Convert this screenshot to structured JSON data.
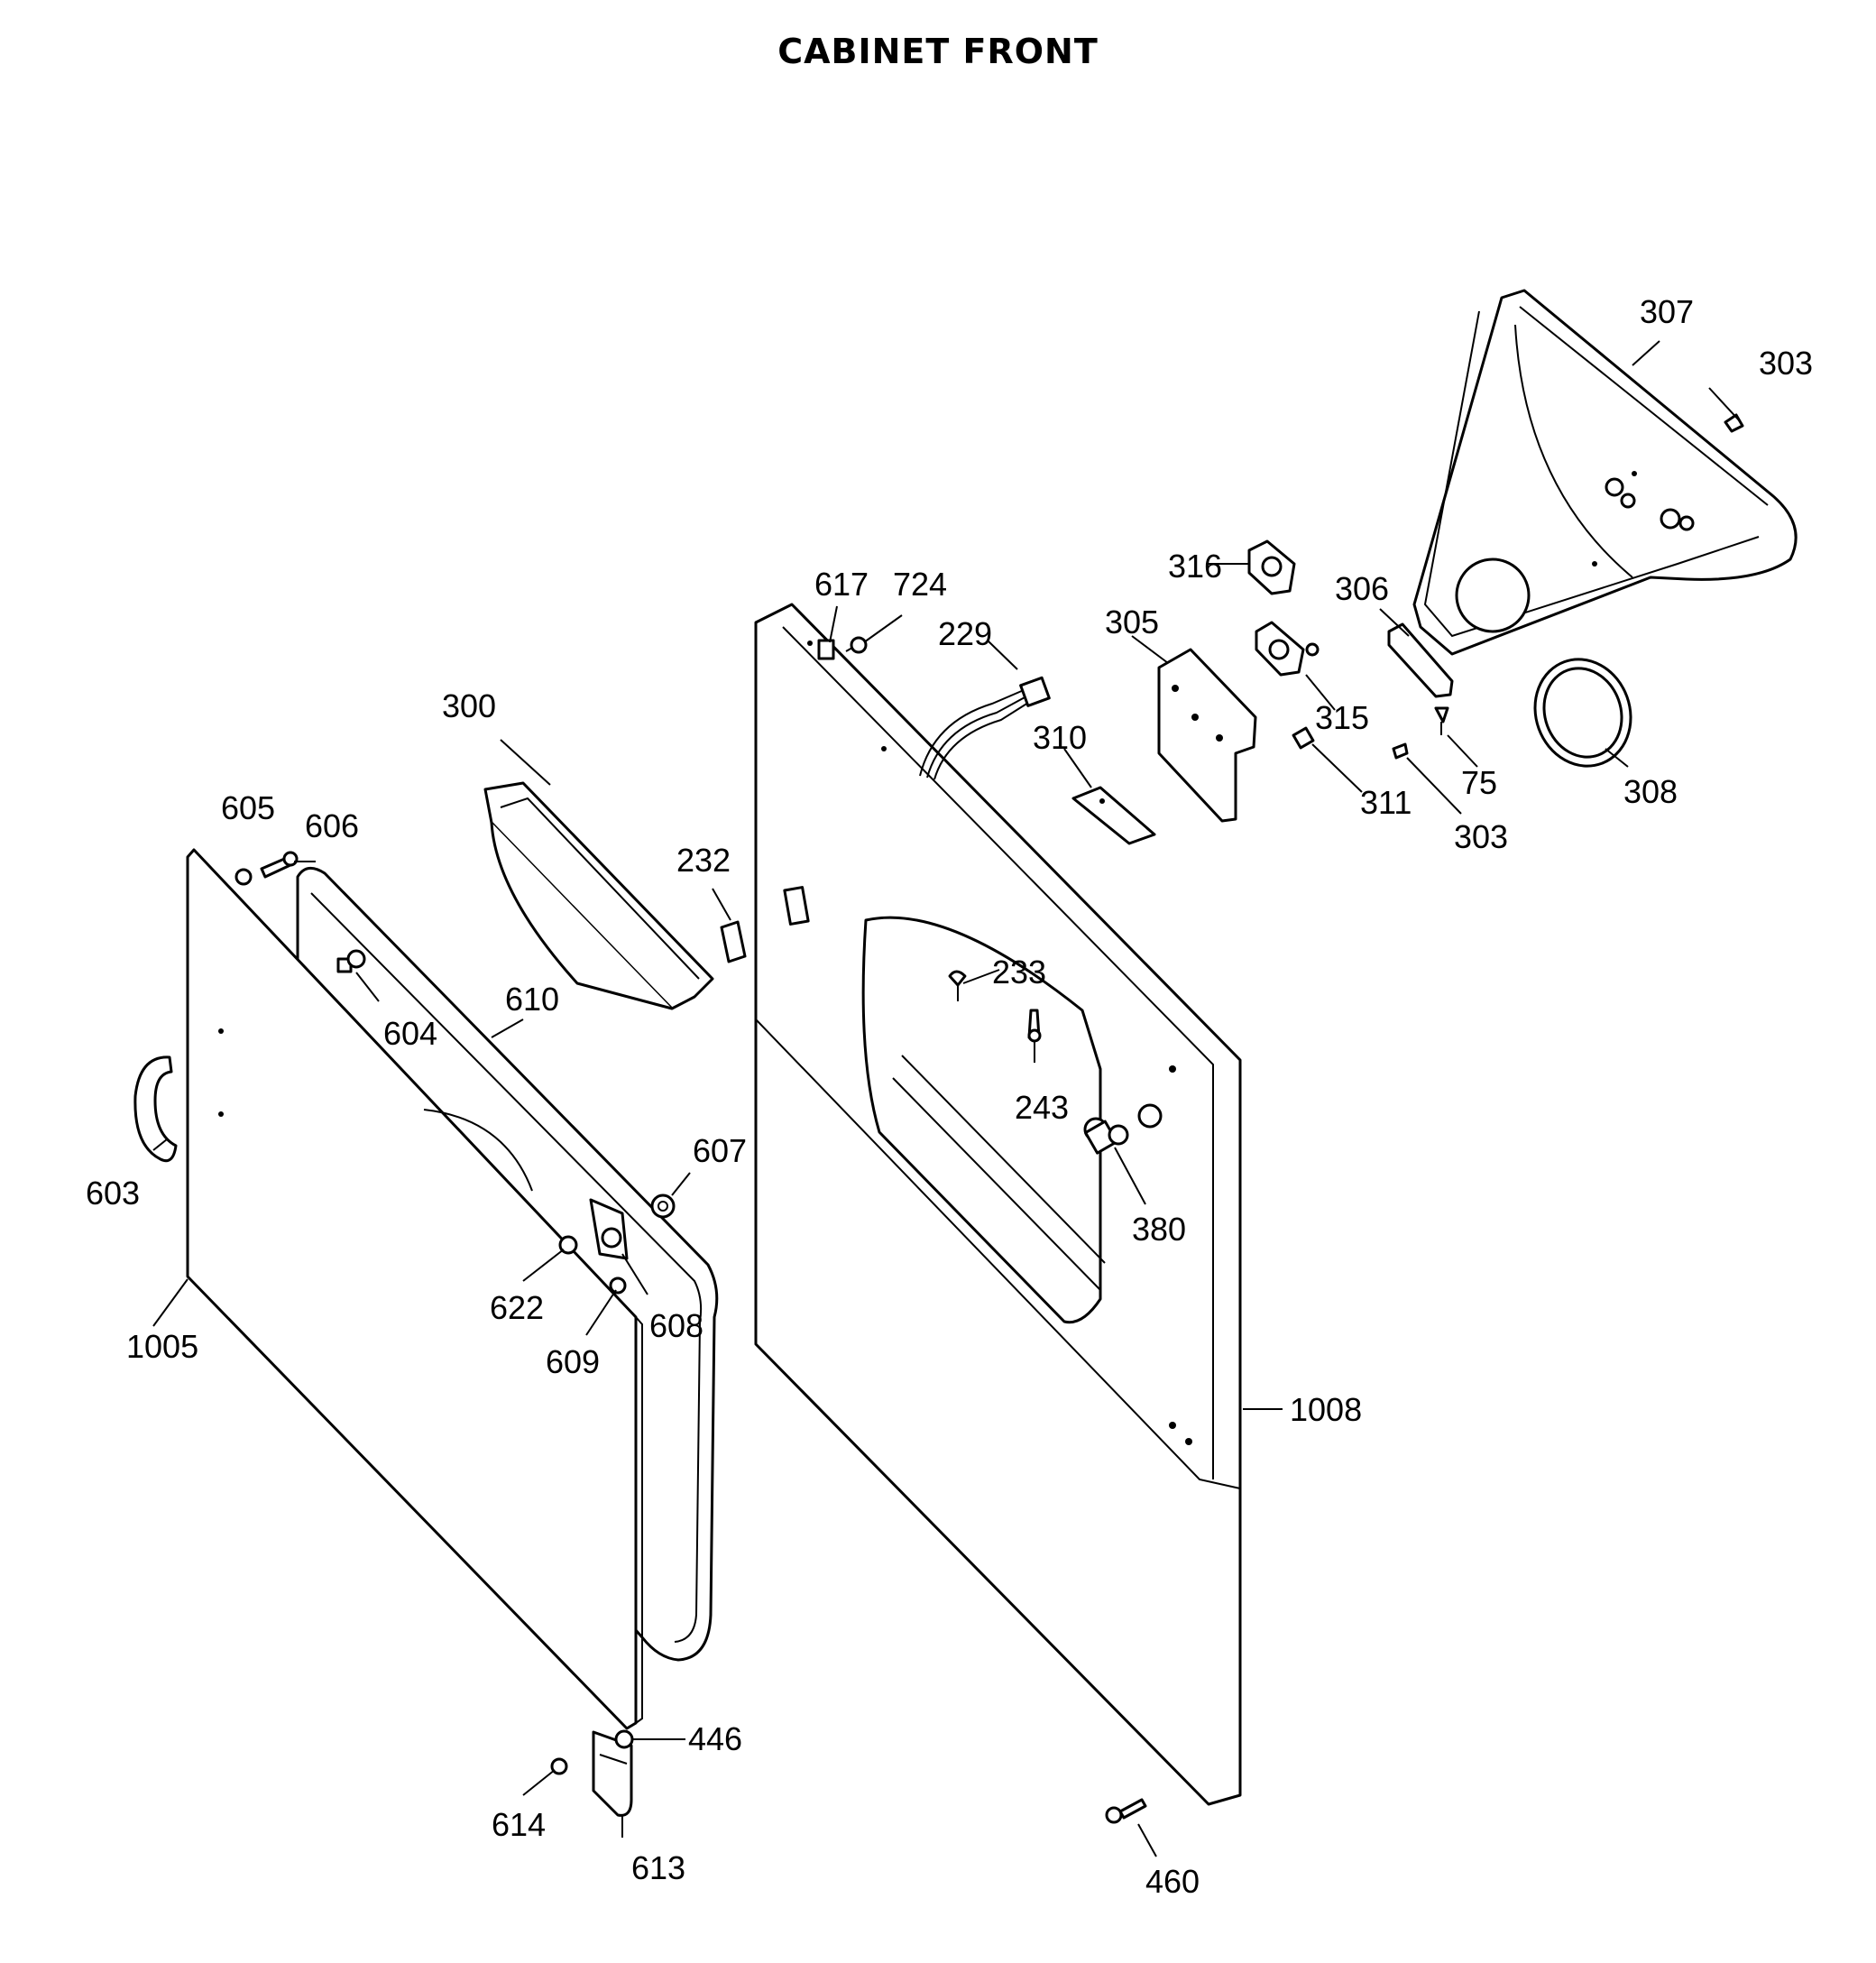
{
  "title": "CABINET FRONT",
  "labels": {
    "l1005": "1005",
    "l603": "603",
    "l605": "605",
    "l606": "606",
    "l604": "604",
    "l610": "610",
    "l300": "300",
    "l232": "232",
    "l607": "607",
    "l622": "622",
    "l608": "608",
    "l609": "609",
    "l446": "446",
    "l614": "614",
    "l613": "613",
    "l617": "617",
    "l724": "724",
    "l229": "229",
    "l233": "233",
    "l243": "243",
    "l380": "380",
    "l1008": "1008",
    "l460": "460",
    "l310": "310",
    "l305": "305",
    "l316": "316",
    "l315": "315",
    "l311": "311",
    "l306": "306",
    "l75": "75",
    "l303a": "303",
    "l303b": "303",
    "l307": "307",
    "l308": "308"
  }
}
